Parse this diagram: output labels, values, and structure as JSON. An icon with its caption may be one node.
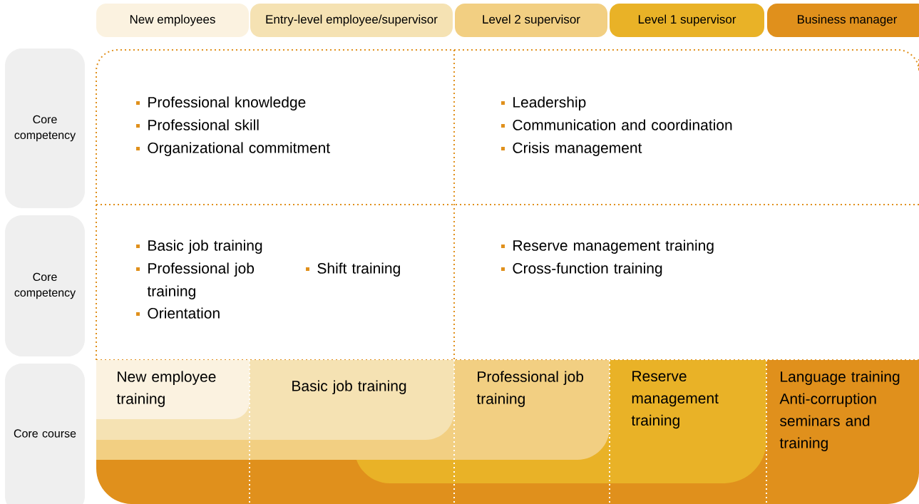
{
  "diagram": {
    "nodes": [
      {
        "text": [
          "New employees"
        ]
      },
      {
        "text": [
          "Entry-level employee/supervisor"
        ]
      },
      {
        "text": [
          "Level 2 supervisor"
        ]
      },
      {
        "text": [
          "Level 1 supervisor"
        ]
      },
      {
        "text": [
          "Business manager"
        ]
      },
      {
        "text": [
          "Core competency"
        ]
      },
      {
        "text": [
          "Core competency"
        ]
      },
      {
        "text": [
          "Core course"
        ]
      },
      {
        "text": [
          "New employee training"
        ]
      },
      {
        "text": [
          "Basic job training"
        ]
      },
      {
        "text": [
          "Professional job training"
        ]
      },
      {
        "text": [
          "Reserve management training"
        ]
      },
      {
        "text": [
          "Language training",
          "Anti-corruption seminars and training"
        ]
      }
    ],
    "labels": [
      "Professional knowledge",
      "Professional skill",
      "Organizational commitment",
      "Leadership",
      "Communication and coordination",
      "Crisis management",
      "Basic job training",
      "Professional job training",
      "Orientation",
      "Shift training",
      "Reserve management training",
      "Cross-function training"
    ]
  }
}
